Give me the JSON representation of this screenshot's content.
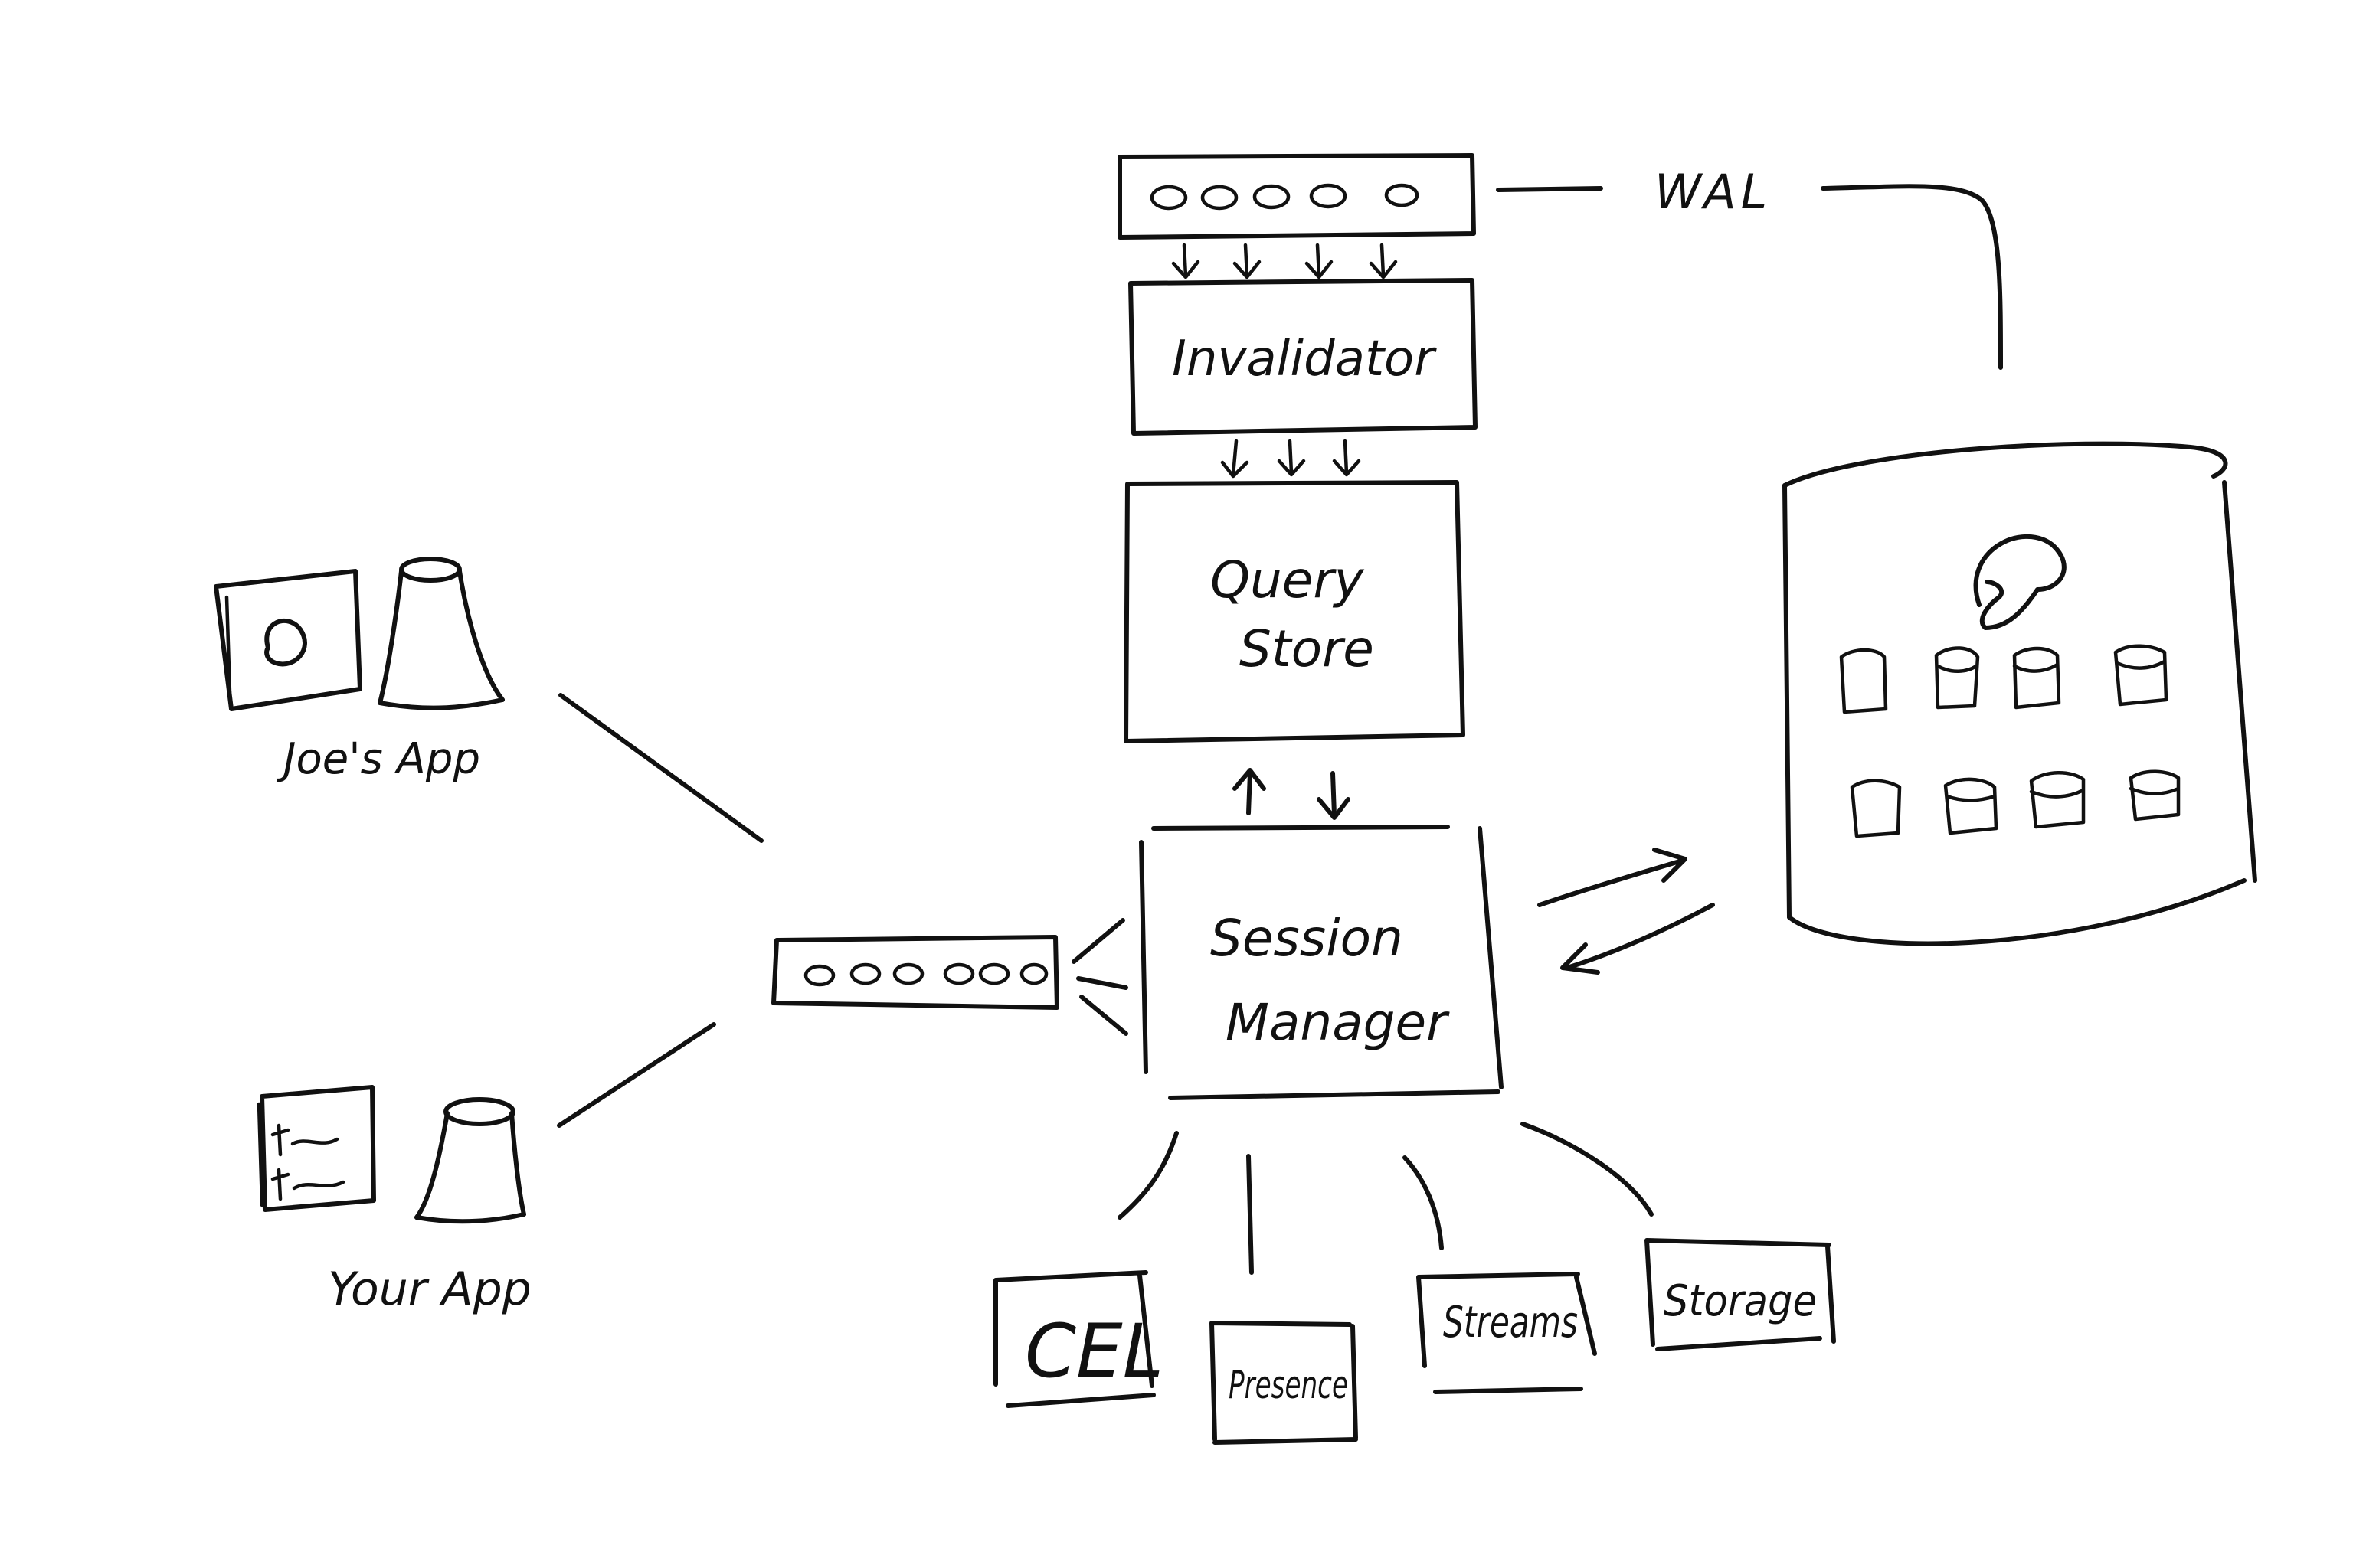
{
  "colors": {
    "ink": "#111111",
    "paper": "#ffffff"
  },
  "labels": {
    "wal": "WAL",
    "invalidator": "Invalidator",
    "query_store_line1": "Query",
    "query_store_line2": "Store",
    "session_manager_line1": "Session",
    "session_manager_line2": "Manager",
    "joes_app": "Joe's App",
    "your_app": "Your App",
    "cel": "CEL",
    "presence": "Presence",
    "streams": "Streams",
    "storage": "Storage"
  },
  "icons": {
    "database": "database-cylinder-icon",
    "mascot": "elephant-icon",
    "browser": "browser-window-icon",
    "server": "server-cylinder-icon"
  }
}
